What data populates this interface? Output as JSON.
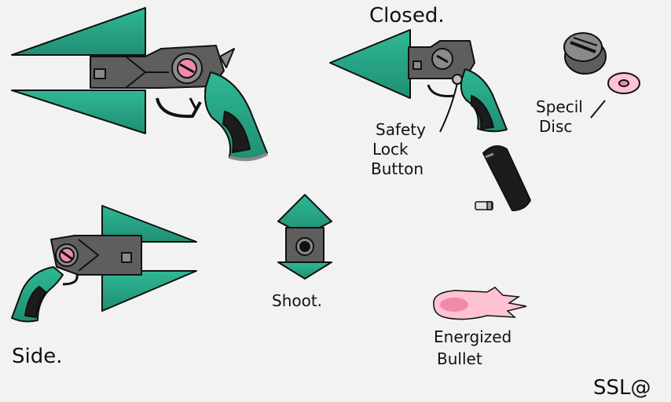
{
  "labels": {
    "closed": "Closed.",
    "side": "Side.",
    "shoot": "Shoot.",
    "safety_line1": "Safety",
    "safety_line2": "Lock",
    "safety_line3": "Button",
    "disc_line1": "Specil",
    "disc_line2": "Disc",
    "bullet_line1": "Energized",
    "bullet_line2": "Bullet",
    "signature": "SSL@"
  },
  "colors": {
    "background": "#f2f2f2",
    "teal": "#27a889",
    "teal_dark": "#1a7a62",
    "metal": "#5e5e5e",
    "metal_light": "#8a8a8a",
    "grip": "#1c1c1c",
    "pink": "#f08aa8",
    "pink_light": "#ffc2d2",
    "outline": "#111111"
  },
  "icons": [
    "open-blaster-icon",
    "closed-blaster-icon",
    "side-blaster-icon",
    "muzzle-icon",
    "special-disc-icon",
    "magazine-icon",
    "cartridge-icon",
    "energized-bullet-icon"
  ]
}
